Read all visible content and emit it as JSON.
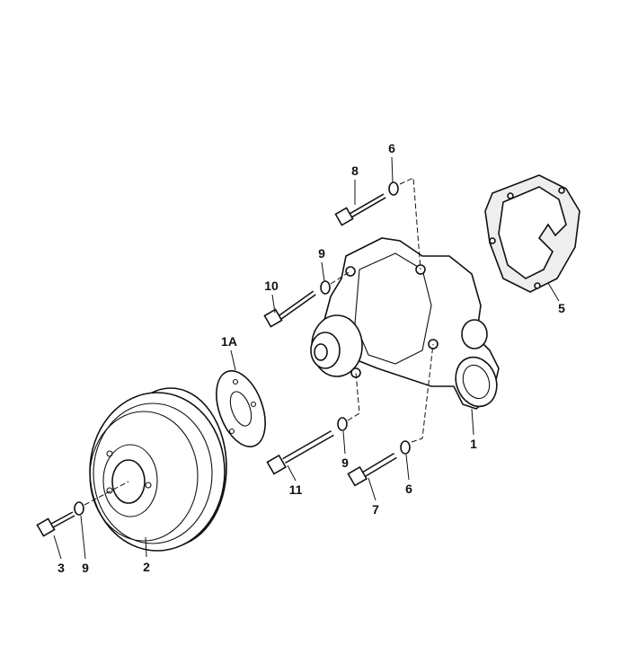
{
  "diagram": {
    "title": "Water pump exploded view",
    "callouts": [
      {
        "id": "c1",
        "text": "1"
      },
      {
        "id": "c1a",
        "text": "1A"
      },
      {
        "id": "c2",
        "text": "2"
      },
      {
        "id": "c3",
        "text": "3"
      },
      {
        "id": "c5",
        "text": "5"
      },
      {
        "id": "c6a",
        "text": "6"
      },
      {
        "id": "c6b",
        "text": "6"
      },
      {
        "id": "c7",
        "text": "7"
      },
      {
        "id": "c8",
        "text": "8"
      },
      {
        "id": "c9a",
        "text": "9"
      },
      {
        "id": "c9b",
        "text": "9"
      },
      {
        "id": "c9c",
        "text": "9"
      },
      {
        "id": "c10",
        "text": "10"
      },
      {
        "id": "c11",
        "text": "11"
      }
    ]
  }
}
